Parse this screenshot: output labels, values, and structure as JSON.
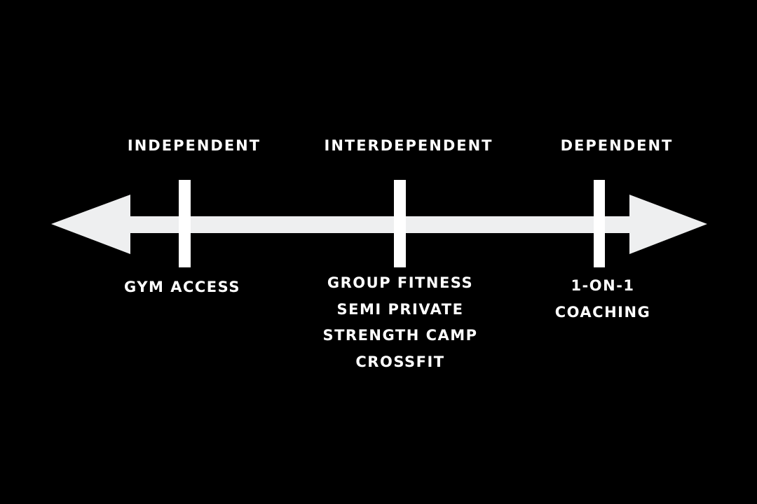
{
  "colors": {
    "background": "#000000",
    "arrow": "#eeeff0",
    "tick": "#ffffff",
    "text": "#ffffff"
  },
  "spectrum": {
    "categories": [
      {
        "heading": "INDEPENDENT",
        "items": [
          "GYM ACCESS"
        ]
      },
      {
        "heading": "INTERDEPENDENT",
        "items": [
          "GROUP FITNESS",
          "SEMI PRIVATE",
          "STRENGTH CAMP",
          "CROSSFIT"
        ]
      },
      {
        "heading": "DEPENDENT",
        "items": [
          "1-ON-1",
          "COACHING"
        ]
      }
    ]
  }
}
